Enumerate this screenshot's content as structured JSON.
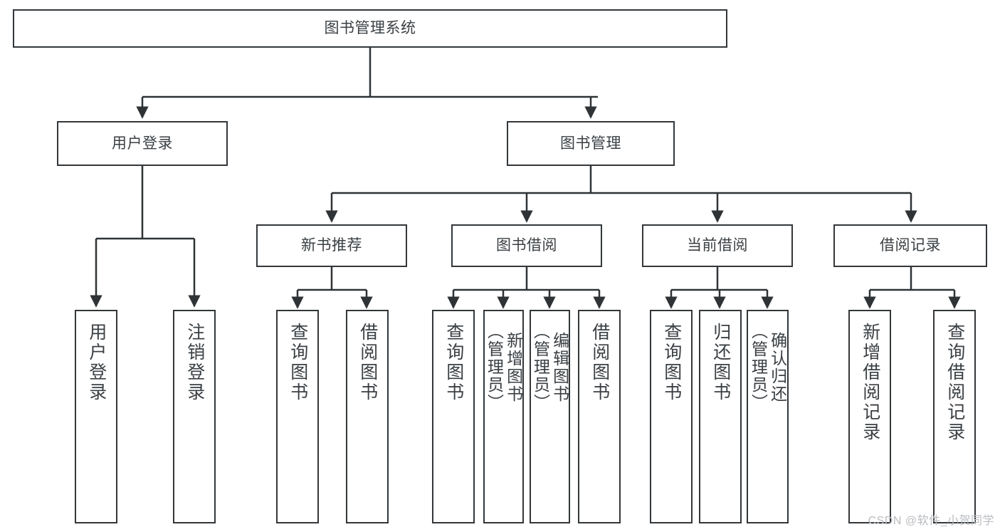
{
  "diagram": {
    "title": "图书管理系统",
    "type": "tree-hierarchy",
    "watermark": "CSDN @软件_小贺同学",
    "colors": {
      "box_border": "#33373a",
      "box_fill": "#ffffff",
      "text": "#3a3f43",
      "connector": "#2f3336",
      "watermark": "#b9bcc0"
    },
    "nodes": {
      "root": "图书管理系统",
      "level2": {
        "user_login": "用户登录",
        "book_manage": "图书管理"
      },
      "level3": {
        "new_book_recommend": "新书推荐",
        "book_borrow": "图书借阅",
        "current_borrow": "当前借阅",
        "borrow_record": "借阅记录"
      },
      "leaves": {
        "user_login_do": "用户登录",
        "user_logout": "注销登录",
        "rec_query_book": "查询图书",
        "rec_borrow_book": "借阅图书",
        "borrow_query_book": "查询图书",
        "borrow_add_book": "新增图书\n（管理员）",
        "borrow_edit_book": "编辑图书\n（管理员）",
        "borrow_borrow_book": "借阅图书",
        "cur_query_book": "查询图书",
        "cur_return_book": "归还图书",
        "cur_confirm_return": "确认归还\n（管理员）",
        "rec_add_record": "新增借阅记录",
        "rec_query_record": "查询借阅记录"
      }
    }
  }
}
